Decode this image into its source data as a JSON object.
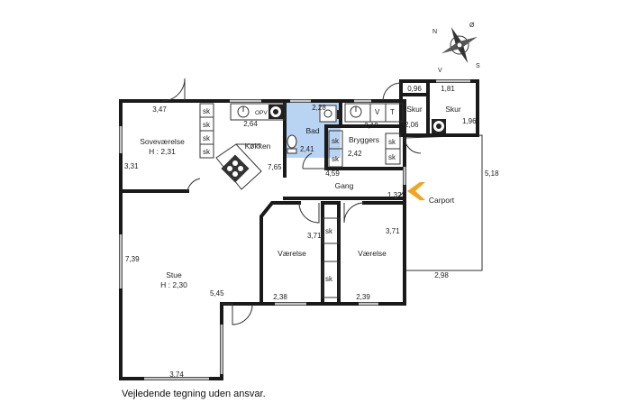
{
  "rooms": {
    "sovevaerelse": "Soveværelse",
    "sovevaerelse_h": "H : 2,31",
    "koekken": "Køkken",
    "bad": "Bad",
    "bryggers": "Bryggers",
    "skur1": "Skur",
    "skur2": "Skur",
    "gang": "Gang",
    "carport": "Carport",
    "stue": "Stue",
    "stue_h": "H : 2,30",
    "vaerelse1": "Værelse",
    "vaerelse2": "Værelse"
  },
  "fixtures": {
    "opv": "OPV",
    "v": "V",
    "t": "T",
    "sk": "sk"
  },
  "dims": {
    "d347": "3,47",
    "d331": "3,31",
    "d264": "2,64",
    "d765": "7,65",
    "d228": "2,28",
    "d241": "2,41",
    "d459": "4,59",
    "d219": "2,19",
    "d242": "2,42",
    "d096": "0,96",
    "d181": "1,81",
    "d206": "2,06",
    "d196": "1,96",
    "d518": "5,18",
    "d132": "1,32",
    "d739": "7,39",
    "d545": "5,45",
    "d374": "3,74",
    "d371a": "3,71",
    "d371b": "3,71",
    "d238": "2,38",
    "d239": "2,39",
    "d298": "2,98"
  },
  "compass": {
    "n": "N",
    "o": "Ø",
    "s": "S",
    "v": "V"
  },
  "colors": {
    "bad_fill": "#b9d3f2",
    "arrow": "#f4a41c"
  },
  "footer": "Vejledende tegning uden ansvar."
}
